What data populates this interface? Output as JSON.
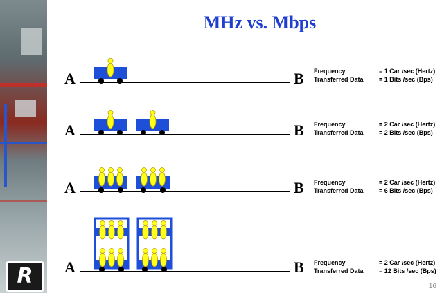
{
  "slide": {
    "title": "MHz vs. Mbps",
    "page_number": "16",
    "logo_letter": "R"
  },
  "rows": [
    {
      "a_label": "A",
      "b_label": "B",
      "frequency_label": "Frequency",
      "frequency_value": "= 1 Car /sec (Hertz)",
      "data_label": "Transferred Data",
      "data_value": "= 1 Bits /sec (Bps)",
      "cars": 1,
      "levels": 1,
      "people_per_level": 1
    },
    {
      "a_label": "A",
      "b_label": "B",
      "frequency_label": "Frequency",
      "frequency_value": "= 2 Car /sec (Hertz)",
      "data_label": "Transferred Data",
      "data_value": "= 2 Bits /sec (Bps)",
      "cars": 2,
      "levels": 1,
      "people_per_level": 1
    },
    {
      "a_label": "A",
      "b_label": "B",
      "frequency_label": "Frequency",
      "frequency_value": "= 2 Car /sec (Hertz)",
      "data_label": "Transferred Data",
      "data_value": "= 6 Bits /sec (Bps)",
      "cars": 2,
      "levels": 1,
      "people_per_level": 3
    },
    {
      "a_label": "A",
      "b_label": "B",
      "frequency_label": "Frequency",
      "frequency_value": "= 2 Car /sec (Hertz)",
      "data_label": "Transferred Data",
      "data_value": "= 12 Bits /sec (Bps)",
      "cars": 2,
      "levels": 2,
      "people_per_level": 3
    }
  ],
  "colors": {
    "title": "#1f3fd0",
    "car_body": "#1e4fd8",
    "car_frame": "#ffffff",
    "person": "#ffff1a",
    "person_outline": "#b59b00",
    "wheel": "#000000",
    "track": "#000000"
  }
}
